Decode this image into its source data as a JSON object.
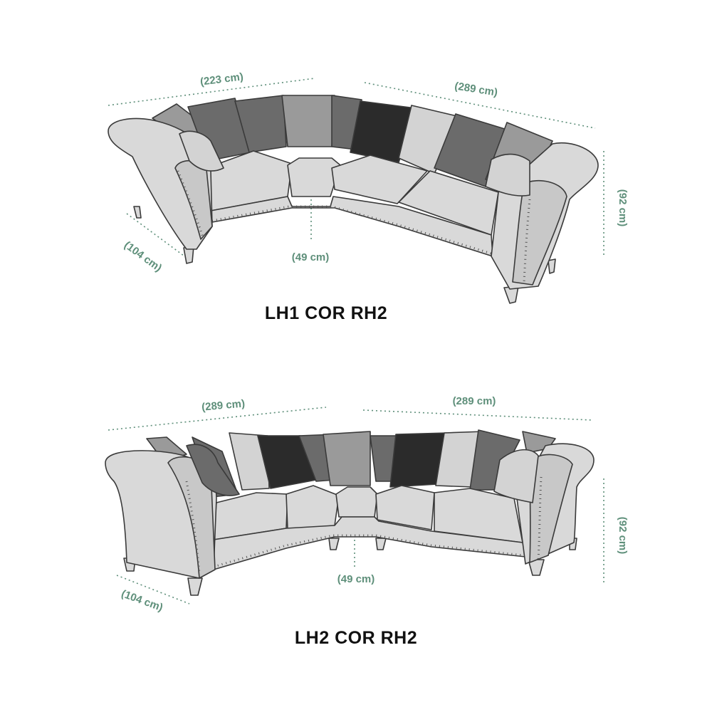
{
  "colors": {
    "dimension": "#5e8f7a",
    "fabric": "#d9d9d9",
    "fabric_shade": "#c8c8c8",
    "outline": "#3a3a3a",
    "title": "#111111",
    "cushion_light": "#d3d3d3",
    "cushion_mid": "#9a9a9a",
    "cushion_dark": "#6b6b6b",
    "cushion_darkest": "#2b2b2b"
  },
  "diagrams": [
    {
      "title": "LH1 COR RH2",
      "dims": {
        "left_back": "(223 cm)",
        "right_back": "(289 cm)",
        "height": "(92 cm)",
        "depth": "(104 cm)",
        "corner": "(49 cm)"
      }
    },
    {
      "title": "LH2 COR RH2",
      "dims": {
        "left_back": "(289 cm)",
        "right_back": "(289 cm)",
        "height": "(92 cm)",
        "depth": "(104 cm)",
        "corner": "(49 cm)"
      }
    }
  ]
}
